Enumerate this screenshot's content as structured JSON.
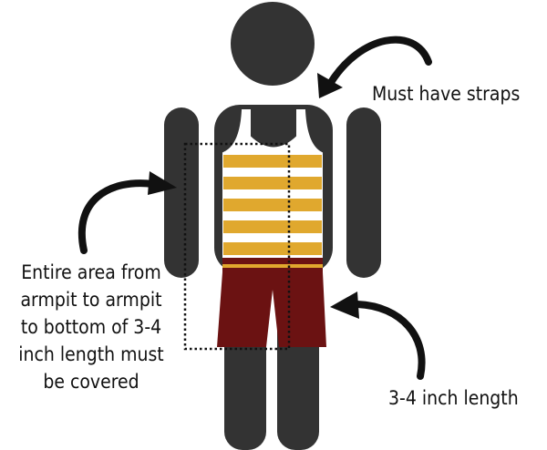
{
  "annotations": {
    "straps": "Must have straps",
    "length": "3-4 inch length",
    "coverage_lines": [
      "Entire area from",
      "armpit to armpit",
      "to bottom of 3-4",
      "inch length must",
      "be covered"
    ]
  },
  "colors": {
    "figure": "#333333",
    "shirt_stripe": "#E0A82E",
    "shorts": "#6B1212",
    "waistband_stripe": "#E0A82E",
    "arrow": "#111111",
    "outline": "#111111"
  },
  "icons": {
    "person": "person-silhouette-icon",
    "tank_top": "tank-top-icon",
    "shorts": "shorts-icon",
    "arrow": "curved-arrow-icon"
  }
}
